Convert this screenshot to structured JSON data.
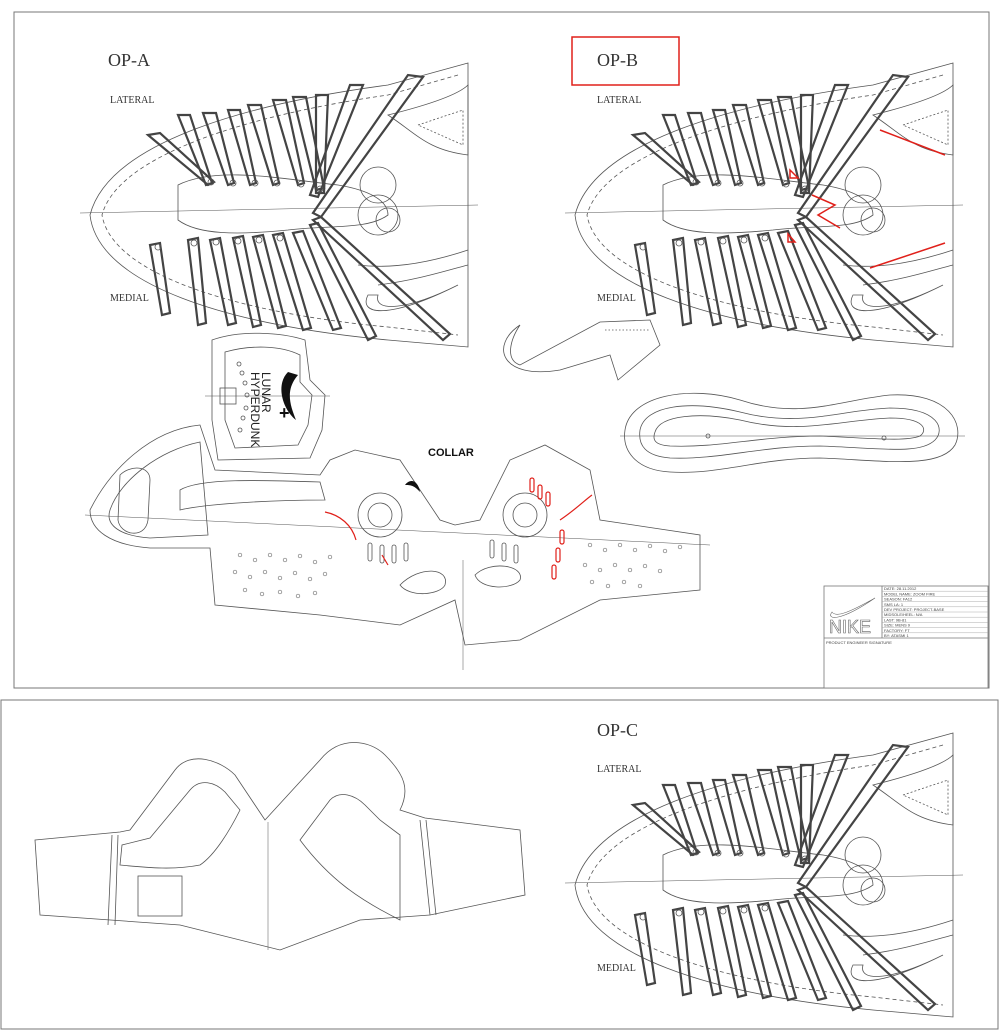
{
  "views": [
    {
      "name": "OP-A",
      "lateral": "LATERAL",
      "medial": "MEDIAL",
      "highlighted": false
    },
    {
      "name": "OP-B",
      "lateral": "LATERAL",
      "medial": "MEDIAL",
      "highlighted": true
    },
    {
      "name": "OP-C",
      "lateral": "LATERAL",
      "medial": "MEDIAL",
      "highlighted": false
    }
  ],
  "tongue_label": {
    "line1": "LUNAR",
    "line2": "HYPERDUNK",
    "plus": "+"
  },
  "collar_label": "COLLAR",
  "title_block": {
    "brand": "NIKE",
    "rows": [
      "DATE: 28.11.2012",
      "MODEL NAME: ZOOM FIRE",
      "SEASON: FA12",
      "SMS LA: 1",
      "DEV PROJECT: PROJECT-BASE",
      "MIDSOLE/HEEL: N/A",
      "LAST: 9B-81",
      "SIZE: MENS 9",
      "FACTORY: FT",
      "BY: ATASMI 1"
    ],
    "signature_label": "PRODUCT ENGINEER SIGNATURE"
  },
  "colors": {
    "line": "#444444",
    "highlight": "#e0201a"
  }
}
